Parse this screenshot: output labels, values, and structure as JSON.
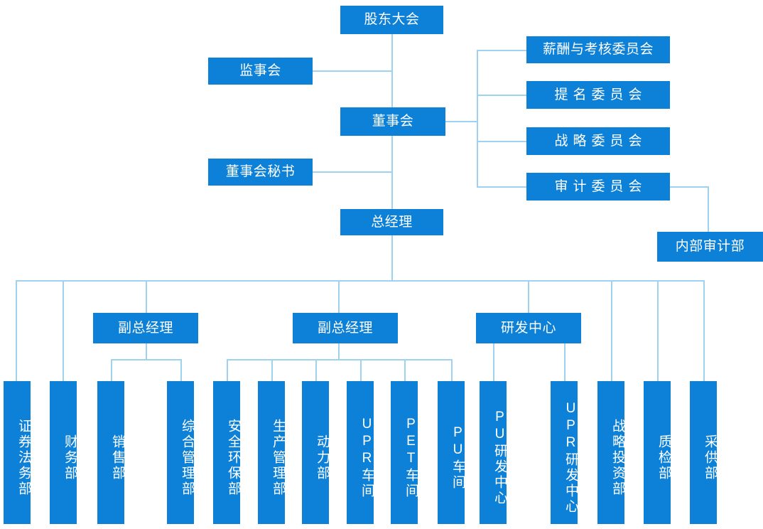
{
  "meta": {
    "title": "公司组织结构图",
    "colors": {
      "node_fill": "#0d80d8",
      "node_text": "#ffffff",
      "connector": "#9ed2f0",
      "background": "#ffffff"
    }
  },
  "nodes": {
    "shareholders_meeting": "股东大会",
    "supervisory_board": "监事会",
    "board_of_directors": "董事会",
    "board_secretary": "董事会秘书",
    "general_manager": "总经理",
    "remuneration_committee": "薪酬与考核委员会",
    "nomination_committee": "提名委员会",
    "strategy_committee": "战略委员会",
    "audit_committee": "审计委员会",
    "internal_audit_dept": "内部审计部",
    "deputy_gm_1": "副总经理",
    "deputy_gm_2": "副总经理",
    "rd_center": "研发中心"
  },
  "departments": [
    {
      "id": "securities-legal-affairs-dept",
      "label": "证券法务部",
      "parent": "general_manager"
    },
    {
      "id": "finance-dept",
      "label": "财务部",
      "parent": "general_manager"
    },
    {
      "id": "sales-dept",
      "label": "销售部",
      "parent": "deputy_gm_1"
    },
    {
      "id": "comprehensive-management-dept",
      "label": "综合管理部",
      "parent": "deputy_gm_1"
    },
    {
      "id": "safety-environment-dept",
      "label": "安全环保部",
      "parent": "deputy_gm_2"
    },
    {
      "id": "production-management-dept",
      "label": "生产管理部",
      "parent": "deputy_gm_2"
    },
    {
      "id": "power-dept",
      "label": "动力部",
      "parent": "deputy_gm_2"
    },
    {
      "id": "upr-workshop",
      "label": "UPR车间",
      "parent": "deputy_gm_2"
    },
    {
      "id": "pet-workshop",
      "label": "PET车间",
      "parent": "deputy_gm_2"
    },
    {
      "id": "pu-workshop",
      "label": "PU车间",
      "parent": "deputy_gm_2"
    },
    {
      "id": "pu-rd-center",
      "label": "PU研发中心",
      "parent": "rd_center"
    },
    {
      "id": "upr-rd-center",
      "label": "UPR研发中心",
      "parent": "rd_center"
    },
    {
      "id": "strategic-investment-dept",
      "label": "战略投资部",
      "parent": "general_manager"
    },
    {
      "id": "quality-inspection-dept",
      "label": "质检部",
      "parent": "general_manager"
    },
    {
      "id": "procurement-supply-dept",
      "label": "采供部",
      "parent": "general_manager"
    }
  ]
}
